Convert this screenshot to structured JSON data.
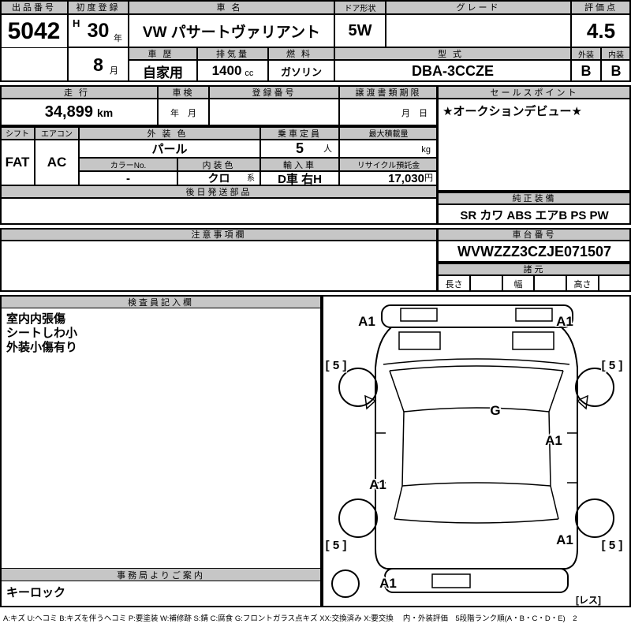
{
  "colors": {
    "header_bg": "#c6c6c6",
    "line": "#000000",
    "bg": "#ffffff"
  },
  "header": {
    "exhibit_no_label": "出品番号",
    "exhibit_no": "5042",
    "first_reg_label": "初度登録",
    "era": "H",
    "reg_year": "30",
    "year_unit": "年",
    "reg_month": "8",
    "month_unit": "月",
    "car_name_label": "車名",
    "car_name": "VW パサートヴァリアント",
    "door_label": "ドア形状",
    "door": "5W",
    "grade_label": "グレード",
    "grade": "",
    "score_label": "評価点",
    "score": "4.5",
    "history_label": "車歴",
    "history": "自家用",
    "disp_label": "排気量",
    "disp": "1400",
    "disp_unit": "cc",
    "fuel_label": "燃料",
    "fuel": "ガソリン",
    "model_label": "型式",
    "model": "DBA-3CCZE",
    "ext_label": "外装",
    "ext": "B",
    "int_label": "内装",
    "int": "B"
  },
  "status": {
    "mileage_label": "走行",
    "mileage": "34,899",
    "mileage_unit": "km",
    "shaken_label": "車検",
    "shaken": "年　月",
    "regno_label": "登録番号",
    "regno": "",
    "deadline_label": "譲渡書類期限",
    "deadline": "月　日",
    "sales_label": "セールスポイント",
    "sales": "★オークションデビュー★"
  },
  "detail": {
    "shift_label": "シフト",
    "shift": "FAT",
    "ac_label": "エアコン",
    "ac": "AC",
    "extcolor_label": "外装色",
    "extcolor": "パール",
    "capacity_label": "乗車定員",
    "capacity": "5",
    "capacity_unit": "人",
    "load_label": "最大積載量",
    "load_unit": "kg",
    "colorno_label": "カラーNo.",
    "colorno": "-",
    "intcolor_label": "内装色",
    "intcolor": "クロ",
    "intcolor_suffix": "系",
    "import_label": "輸入車",
    "import_car": "D車 右H",
    "recycle_label": "リサイクル預託金",
    "recycle": "17,030",
    "recycle_unit": "円",
    "later_label": "後日発送部品",
    "later": ""
  },
  "right": {
    "equip_label": "純正装備",
    "equip": "SR カワ ABS エアB PS PW",
    "chassis_label": "車台番号",
    "chassis": "WVWZZZ3CZJE071507",
    "spec_label": "諸元",
    "spec_length": "長さ",
    "spec_width": "幅",
    "spec_height": "高さ"
  },
  "notes_label": "注意事項欄",
  "inspector": {
    "label": "検査員記入欄",
    "line1": "室内内張傷",
    "line2": "シートしわ小",
    "line3": "外装小傷有り"
  },
  "office": {
    "label": "事務局よりご案内",
    "note": "キーロック"
  },
  "diagram": {
    "a1_front_left": "A1",
    "a1_front_right": "A1",
    "five_front_left": "[ 5 ]",
    "five_front_right": "[ 5 ]",
    "glass": "G",
    "a1_right_door": "A1",
    "a1_left_rear": "A1",
    "a1_right_quarter": "A1",
    "five_rear_left": "[ 5 ]",
    "five_rear_right": "[ 5 ]",
    "a1_rear_bumper": "A1",
    "res": "[レス]"
  },
  "legend": "A:キズ U:ヘコミ B:キズを伴うヘコミ P:要塗装 W:補修跡 S:錆 C:腐食 G:フロントガラス点キズ XX:交換済み X:要交換　 内・外装評価　5段階ランク順(A・B・C・D・E)　2"
}
